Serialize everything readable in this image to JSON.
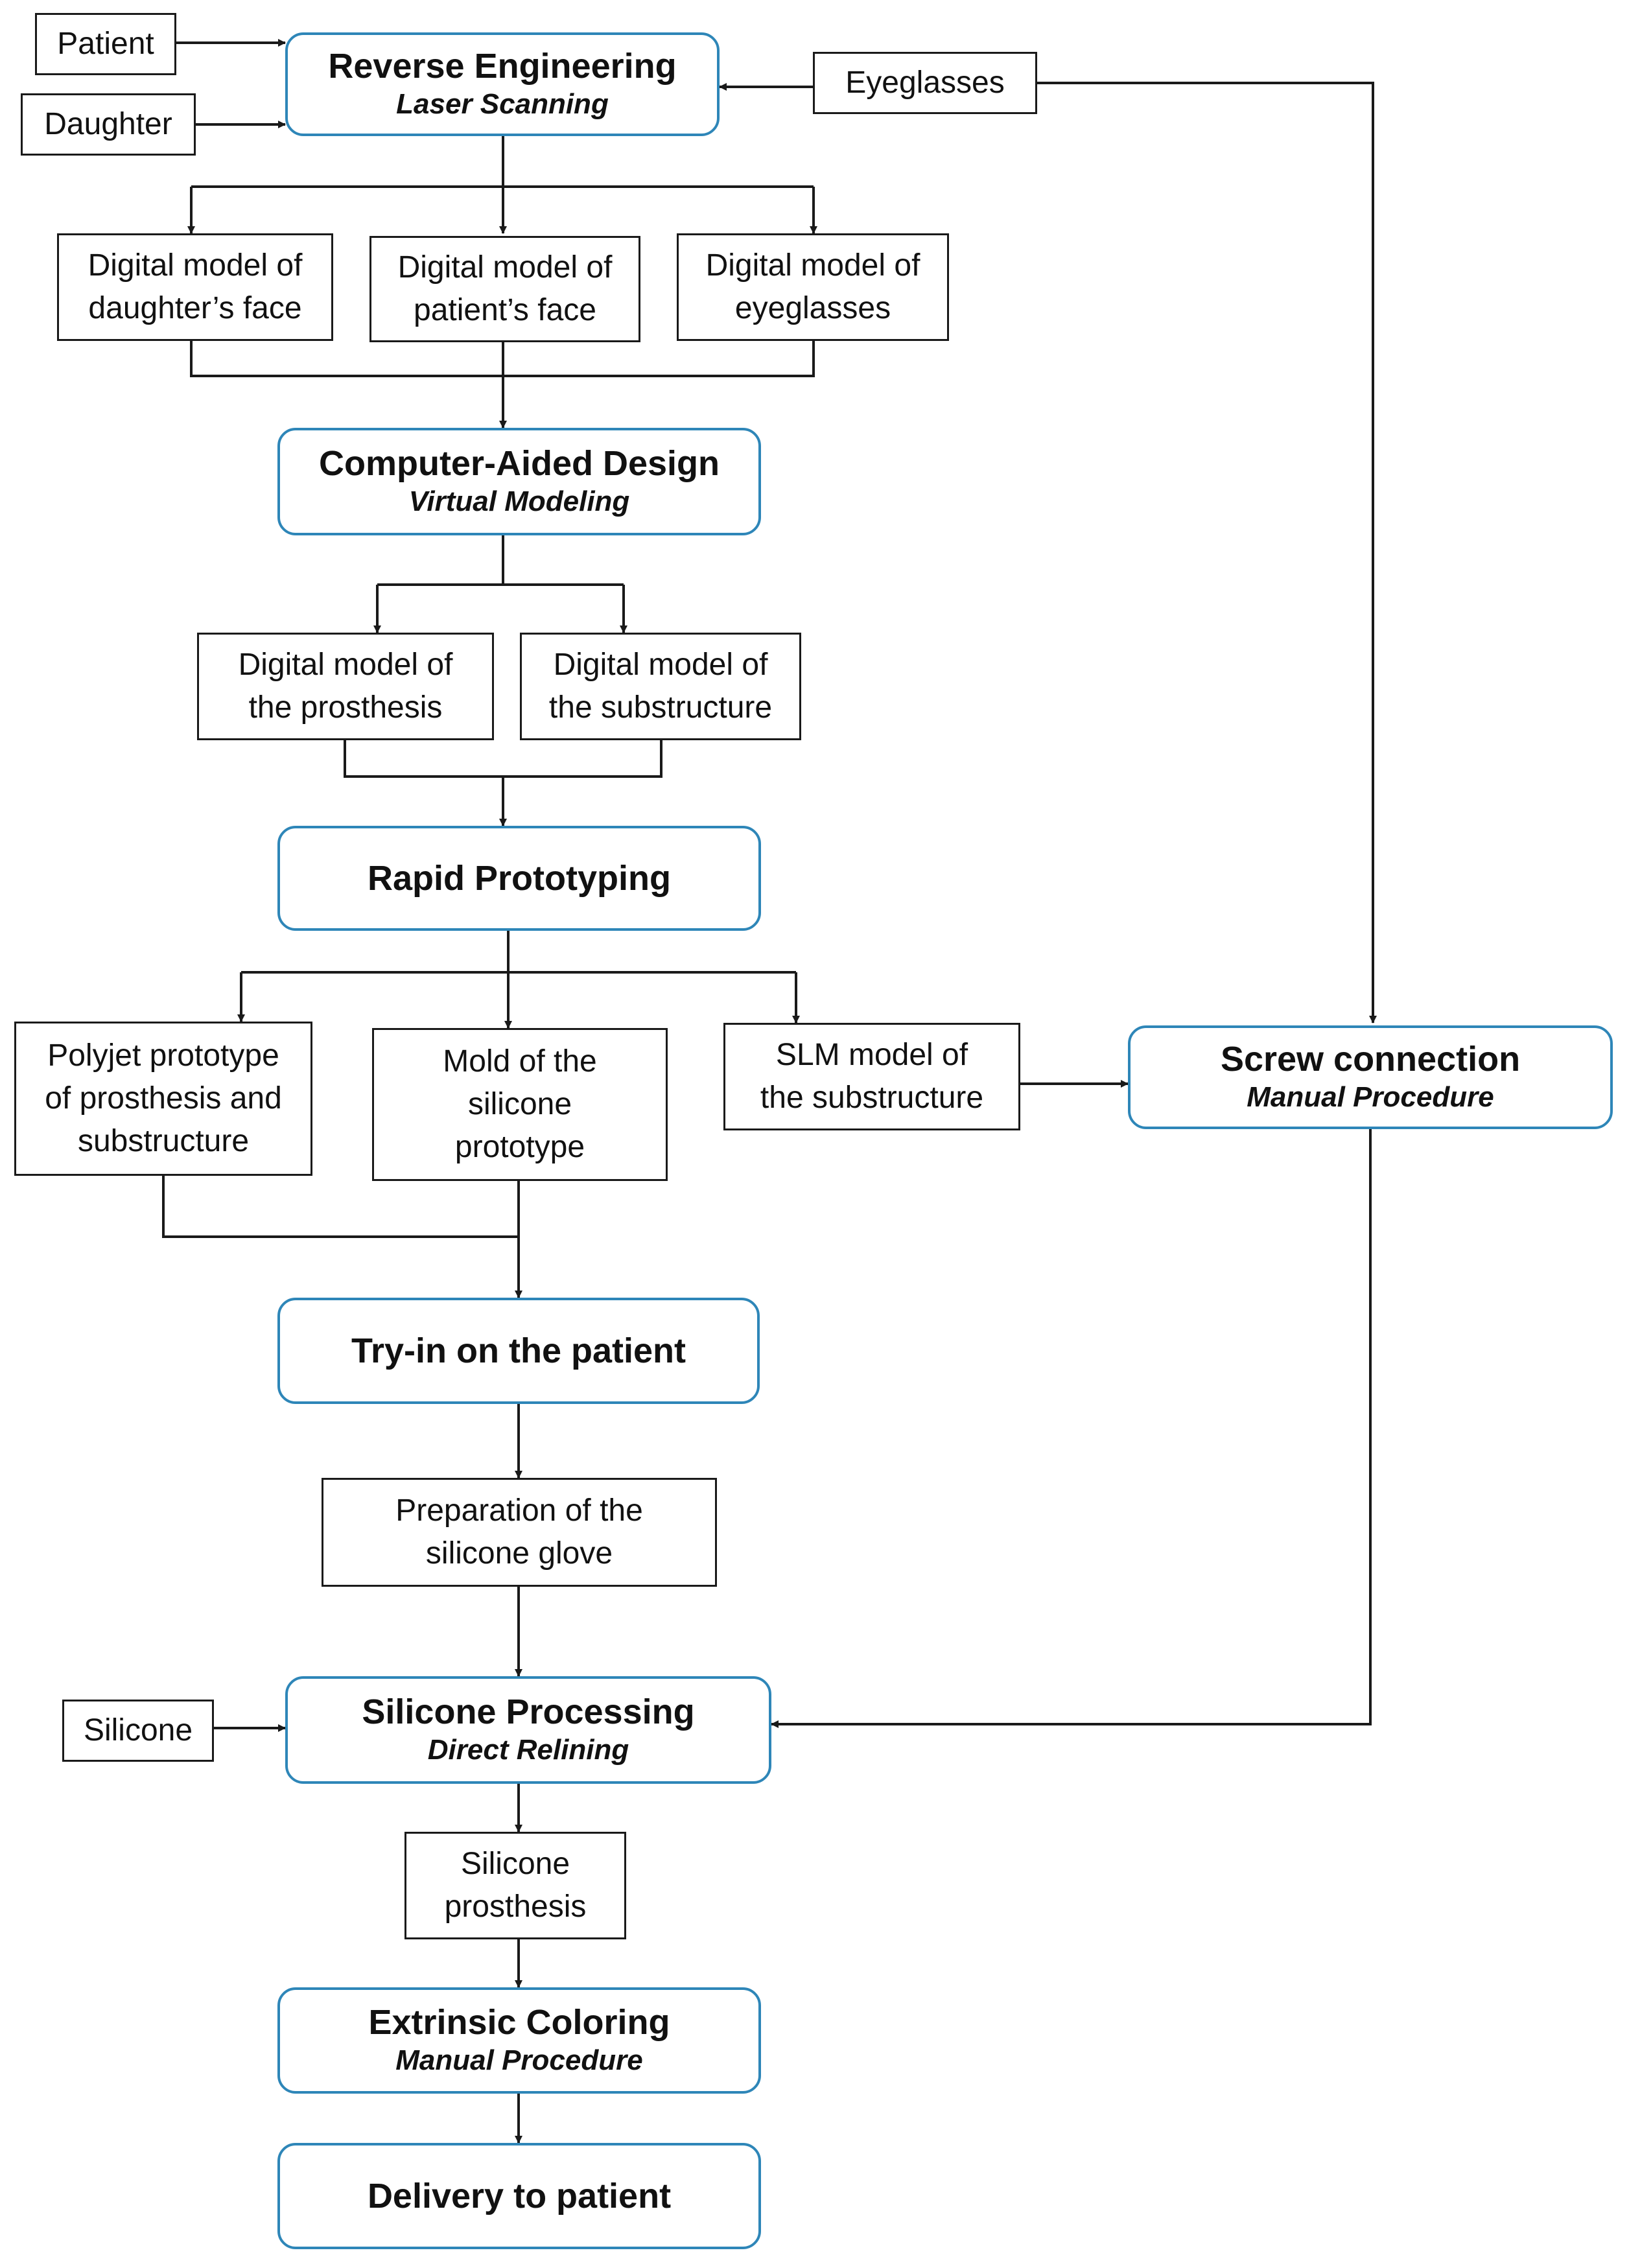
{
  "colors": {
    "stage_border": "#2e86b8",
    "line": "#1a1a1a",
    "box_border": "#1a1a1a"
  },
  "inputs": {
    "patient": "Patient",
    "daughter": "Daughter",
    "eyeglasses": "Eyeglasses",
    "silicone": "Silicone"
  },
  "stages": {
    "reverse_engineering": {
      "title": "Reverse Engineering",
      "subtitle": "Laser Scanning"
    },
    "cad": {
      "title": "Computer-Aided Design",
      "subtitle": "Virtual Modeling"
    },
    "rapid_prototyping": {
      "title": "Rapid Prototyping"
    },
    "try_in": {
      "title": "Try-in on the patient"
    },
    "screw_connection": {
      "title": "Screw connection",
      "subtitle": "Manual Procedure"
    },
    "silicone_processing": {
      "title": "Silicone Processing",
      "subtitle": "Direct Relining"
    },
    "extrinsic_coloring": {
      "title": "Extrinsic Coloring",
      "subtitle": "Manual Procedure"
    },
    "delivery": {
      "title": "Delivery to patient"
    }
  },
  "outputs": {
    "daughter_face": [
      "Digital model of",
      "daughter’s face"
    ],
    "patient_face": [
      "Digital model of",
      "patient’s face"
    ],
    "eyeglasses_model": [
      "Digital model of",
      "eyeglasses"
    ],
    "prosthesis_model": [
      "Digital model of",
      "the prosthesis"
    ],
    "substructure_model": [
      "Digital model of",
      "the substructure"
    ],
    "polyjet": [
      "Polyjet prototype",
      "of prosthesis and",
      "substructure"
    ],
    "mold": [
      "Mold of the",
      "silicone",
      "prototype"
    ],
    "slm": [
      "SLM model of",
      "the substructure"
    ],
    "glove": [
      "Preparation of the",
      "silicone glove"
    ],
    "silicone_prosthesis": [
      "Silicone",
      "prosthesis"
    ]
  }
}
